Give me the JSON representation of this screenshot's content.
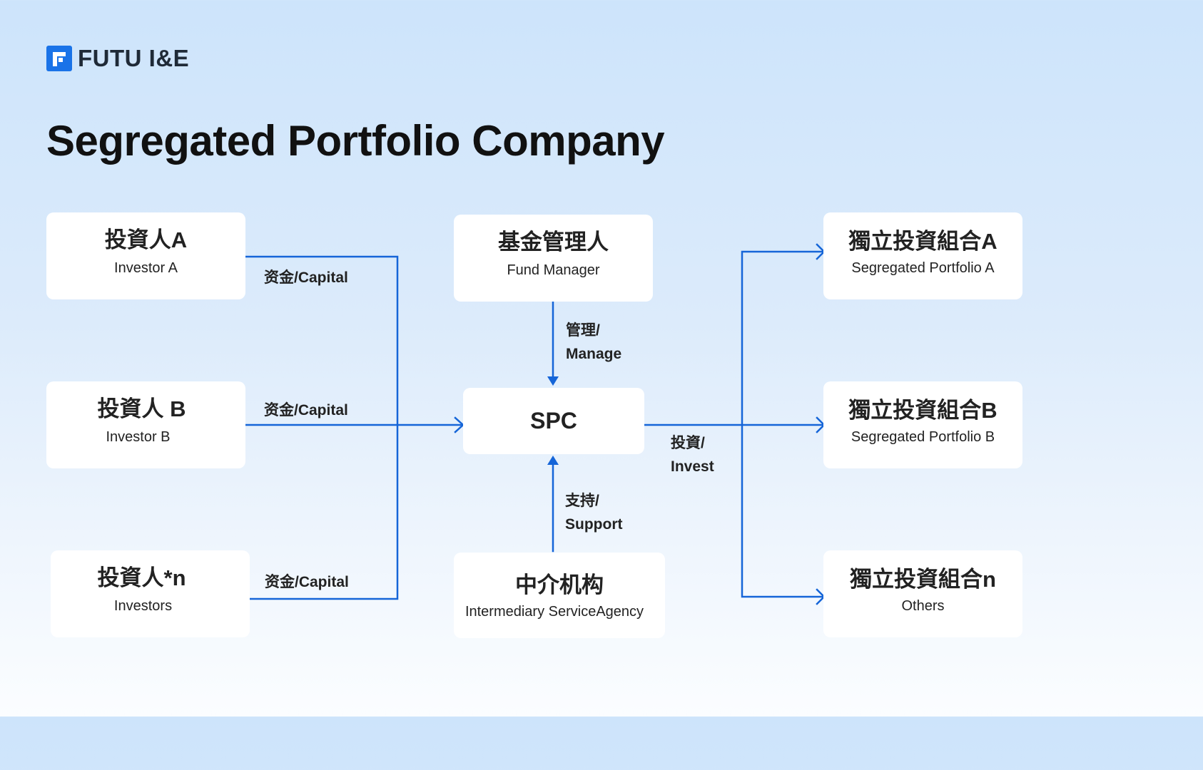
{
  "logo": {
    "text": "FUTU I&E"
  },
  "page": {
    "title": "Segregated Portfolio Company"
  },
  "investors": [
    {
      "zh": "投資人A",
      "en": "Investor A"
    },
    {
      "zh": "投資人 B",
      "en": "Investor B"
    },
    {
      "zh": "投資人*n",
      "en": "Investors"
    }
  ],
  "fund_manager": {
    "zh": "基金管理人",
    "en": "Fund Manager"
  },
  "spc": {
    "label": "SPC"
  },
  "intermediary": {
    "zh": "中介机构",
    "en": "Intermediary ServiceAgency"
  },
  "portfolios": [
    {
      "zh": "獨立投資組合A",
      "en": "Segregated Portfolio A"
    },
    {
      "zh": "獨立投資組合B",
      "en": "Segregated Portfolio B"
    },
    {
      "zh": "獨立投資組合n",
      "en": "Others"
    }
  ],
  "edges": {
    "capital": "资金/Capital",
    "manage_zh": "管理/",
    "manage_en": "Manage",
    "support_zh": "支持/",
    "support_en": "Support",
    "invest_zh": "投資/",
    "invest_en": "Invest"
  },
  "colors": {
    "line": "#1565d8",
    "logo": "#1a73e8",
    "box": "#ffffff"
  }
}
